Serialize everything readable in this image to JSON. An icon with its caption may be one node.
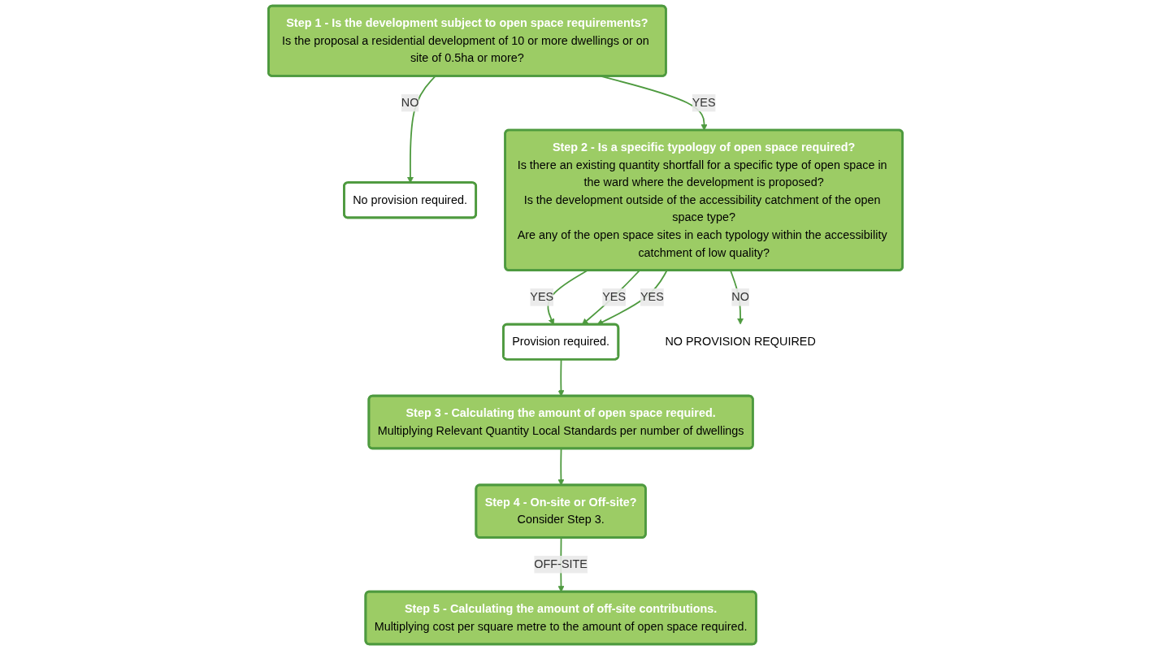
{
  "diagram": {
    "nodes": [
      {
        "text": [
          "Step 1 - Is the development subject to open space requirements?",
          "Is the proposal a residential development of 10 or more dwellings or on site of 0.5ha or more?"
        ]
      },
      {
        "text": [
          "No provision required."
        ]
      },
      {
        "text": [
          "Step 2 - Is a specific typology of open space required?",
          "Is there an existing quantity shortfall for a specific type of open space in the ward where the development is proposed?",
          "Is the development outside of the accessibility catchment of the open space type?",
          "Are any of the open space sites in each typology within the accessibility catchment of low quality?"
        ]
      },
      {
        "text": [
          "Provision required."
        ]
      },
      {
        "text": [
          "NO PROVISION REQUIRED"
        ]
      },
      {
        "text": [
          "Step 4 - On-site or Off-site?",
          "Consider Step 3."
        ]
      },
      {
        "text": [
          "Step 5 - Calculating the amount of off-site contributions.",
          "Multiplying cost per square metre to the amount of open space required."
        ]
      },
      {
        "text": [
          "Step 3 - Calculating the amount of open space required.",
          "Multiplying Relevant Quantity Local Standards per number of dwellings"
        ]
      }
    ],
    "edges": [
      {
        "from": 0,
        "to": 1,
        "arrow": "to",
        "label": "NO"
      },
      {
        "from": 0,
        "to": 2,
        "arrow": "to",
        "label": "YES"
      },
      {
        "from": 2,
        "to": 3,
        "arrow": "to",
        "label": "YES"
      },
      {
        "from": 2,
        "to": 3,
        "arrow": "to",
        "label": "YES"
      },
      {
        "from": 2,
        "to": 3,
        "arrow": "to",
        "label": "YES"
      },
      {
        "from": 2,
        "to": 4,
        "arrow": "to",
        "label": "NO"
      },
      {
        "from": 3,
        "to": 7,
        "arrow": "to"
      },
      {
        "from": 7,
        "to": 5,
        "arrow": "to"
      },
      {
        "from": 5,
        "to": 6,
        "arrow": "to",
        "label": "OFF-SITE"
      }
    ]
  }
}
